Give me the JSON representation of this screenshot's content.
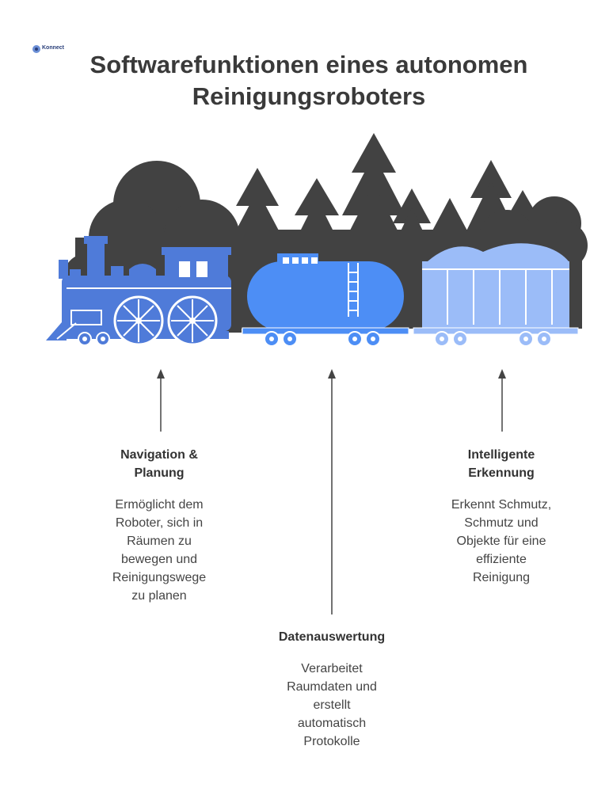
{
  "logo": {
    "text": "Konnect",
    "icon": "logo-icon"
  },
  "title": {
    "line1": "Softwarefunktionen eines autonomen",
    "line2": "Reinigungsroboters"
  },
  "colors": {
    "background": "#ffffff",
    "trees": "#424242",
    "locomotive": "#4f7bd9",
    "tank_car": "#4d8ef5",
    "hopper_car": "#9bbcf8",
    "arrow": "#444444"
  },
  "features": [
    {
      "heading": [
        "Navigation &",
        "Planung"
      ],
      "text": [
        "Ermöglicht dem",
        "Roboter, sich in",
        "Räumen zu",
        "bewegen und",
        "Reinigungswege",
        "zu planen"
      ]
    },
    {
      "heading": [
        "Datenauswertung"
      ],
      "text": [
        "Verarbeitet",
        "Raumdaten und",
        "erstellt",
        "automatisch",
        "Protokolle"
      ]
    },
    {
      "heading": [
        "Intelligente",
        "Erkennung"
      ],
      "text": [
        "Erkennt Schmutz,",
        "Schmutz und",
        "Objekte für eine",
        "effiziente",
        "Reinigung"
      ]
    }
  ]
}
